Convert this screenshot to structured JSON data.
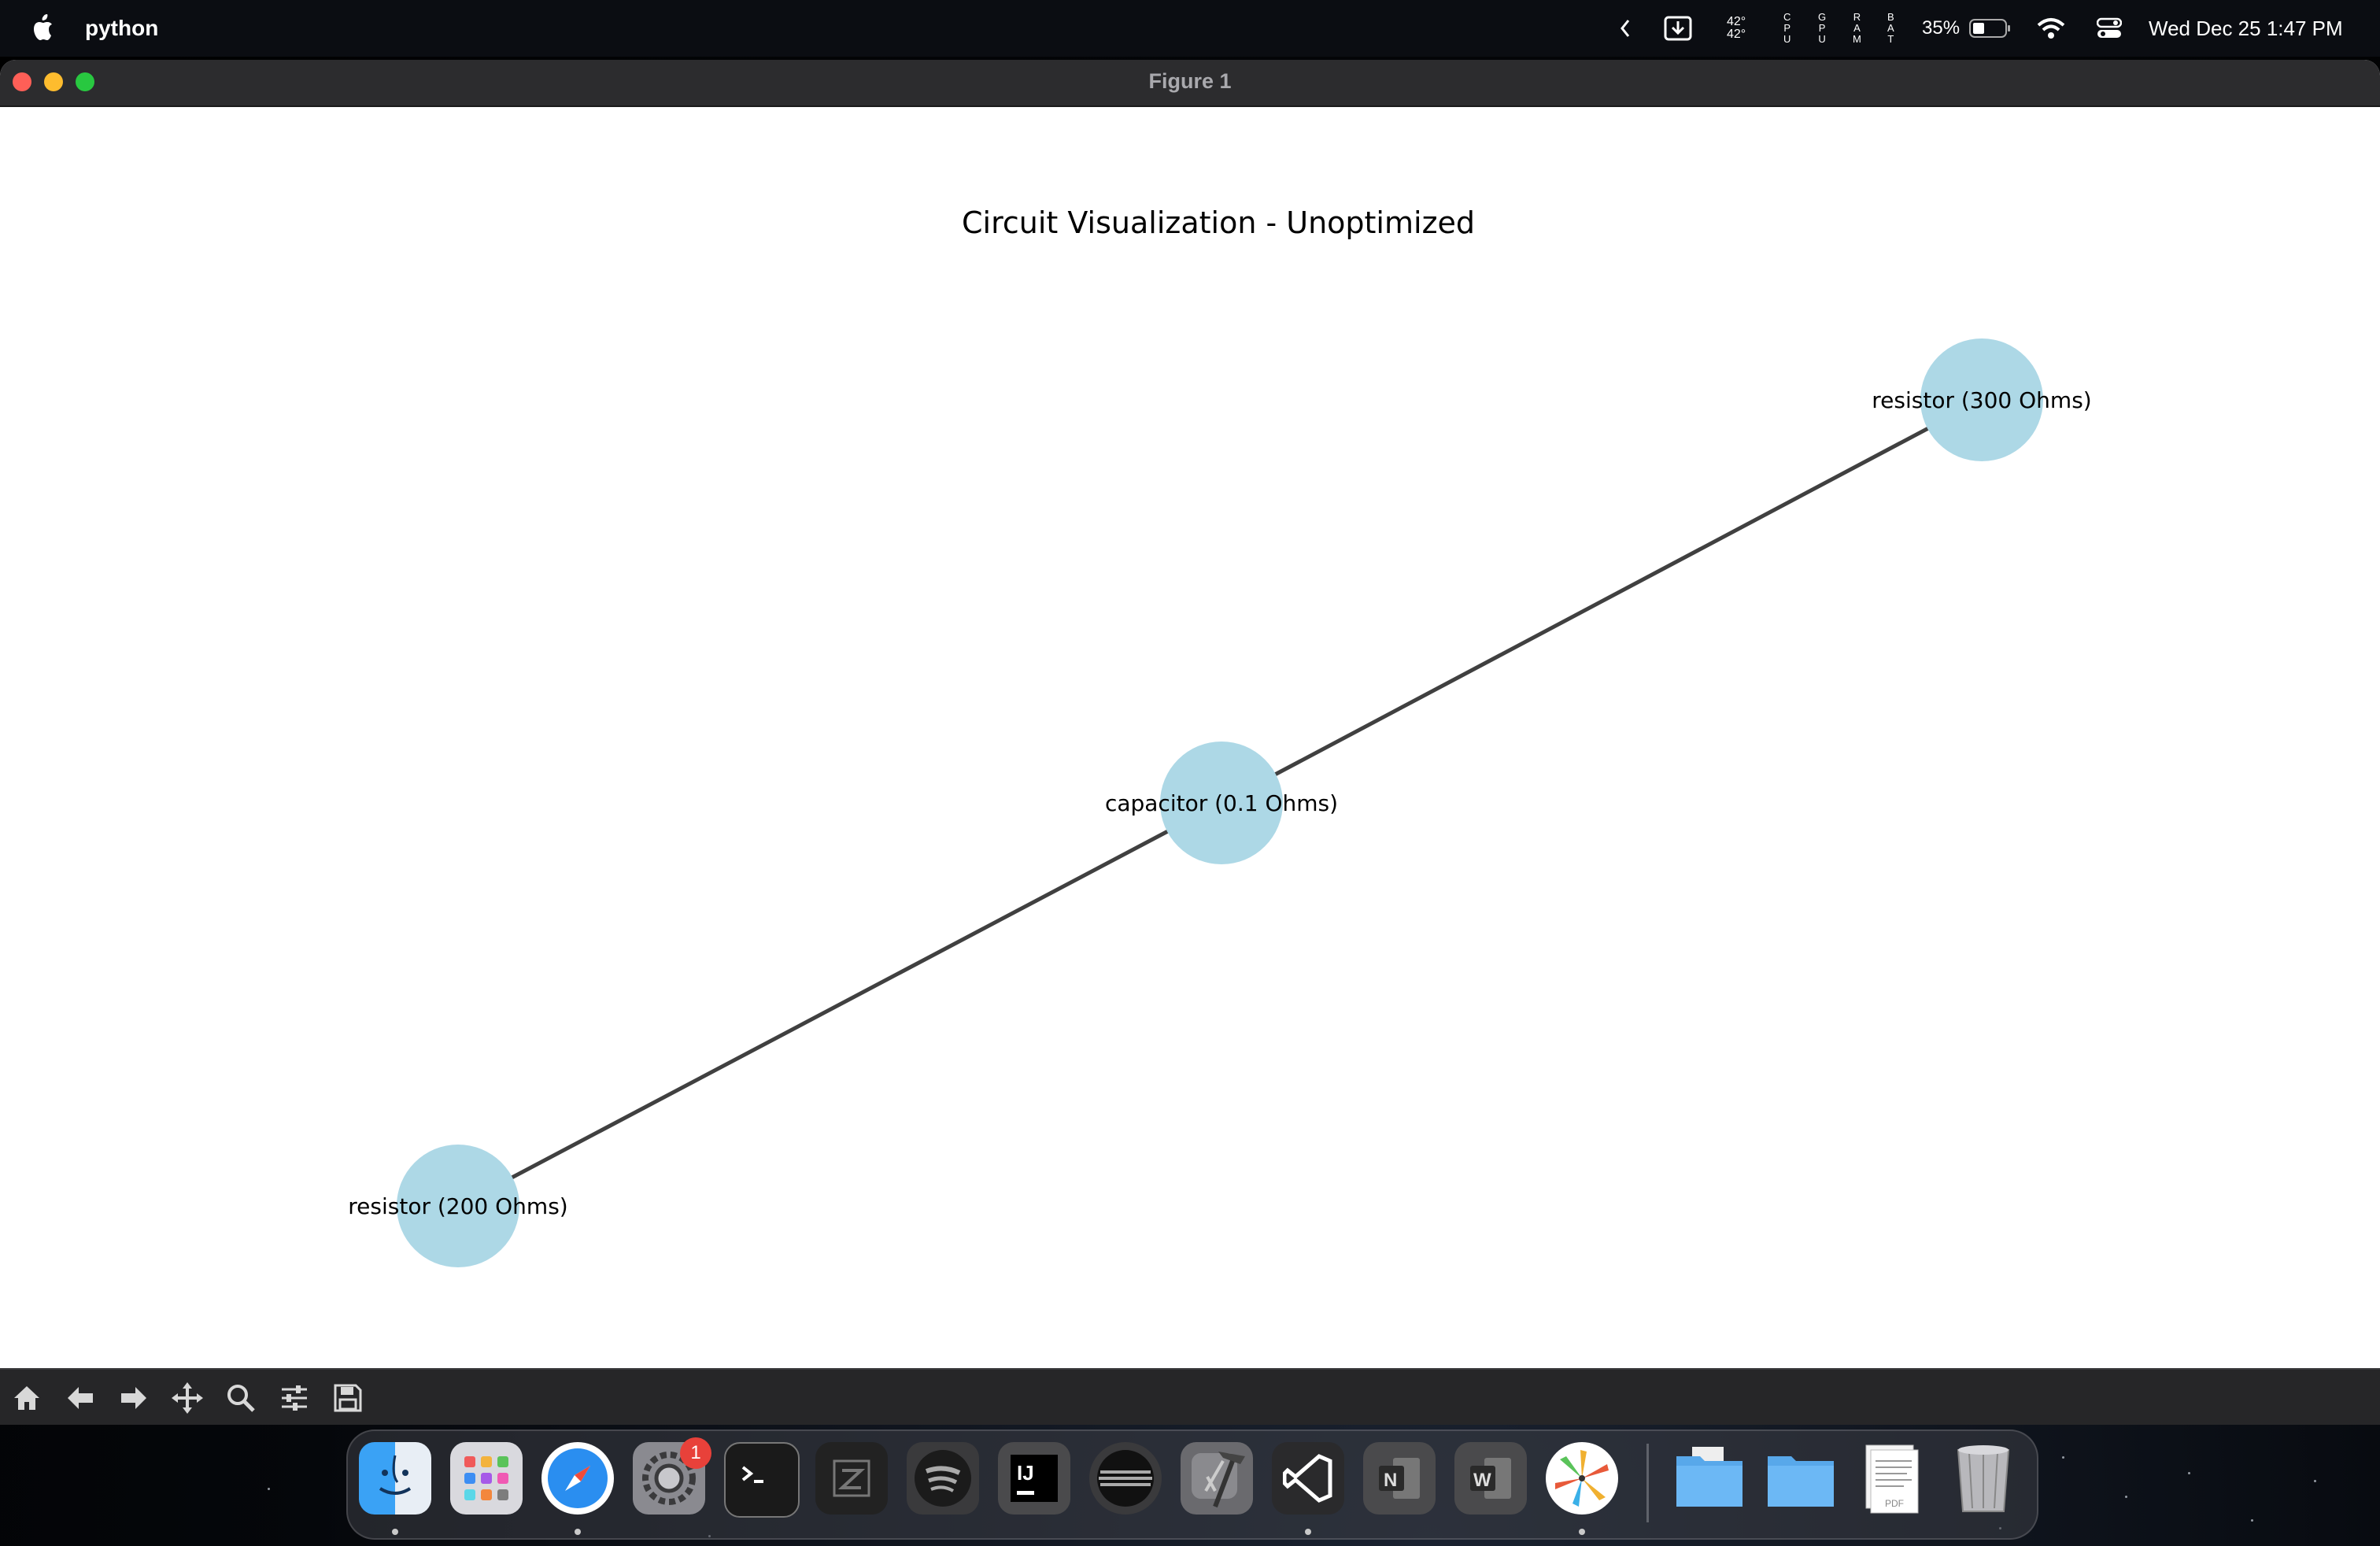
{
  "menubar": {
    "app_name": "python",
    "temp_top": "42°",
    "temp_bottom": "42°",
    "cpu_label": [
      "C",
      "P",
      "U"
    ],
    "gpu_label": [
      "G",
      "P",
      "U"
    ],
    "ram_label": [
      "R",
      "A",
      "M"
    ],
    "bat_label": [
      "B",
      "A",
      "T"
    ],
    "battery_percent": "35%",
    "datetime": "Wed Dec 25  1:47 PM"
  },
  "window": {
    "title": "Figure 1"
  },
  "figure": {
    "title": "Circuit Visualization - Unoptimized",
    "nodes": [
      {
        "label": "resistor (300 Ohms)"
      },
      {
        "label": "capacitor (0.1 Ohms)"
      },
      {
        "label": "resistor (200 Ohms)"
      }
    ],
    "node_color": "#add8e6",
    "edge_color": "#404040"
  },
  "toolbar": {
    "tools": [
      "home-icon",
      "back-icon",
      "forward-icon",
      "pan-icon",
      "zoom-icon",
      "configure-icon",
      "save-icon"
    ]
  },
  "dock": {
    "apps": [
      "Finder",
      "Launchpad",
      "Safari",
      "System Settings",
      "Terminal",
      "Zed",
      "Spotify",
      "IntelliJ IDEA",
      "Mission Control",
      "Xcode",
      "Visual Studio Code",
      "OneNote",
      "Word",
      "Pinwheel",
      "Documents",
      "Folder",
      "PDF",
      "Trash"
    ],
    "settings_badge": "1",
    "pdf_label": "PDF"
  }
}
